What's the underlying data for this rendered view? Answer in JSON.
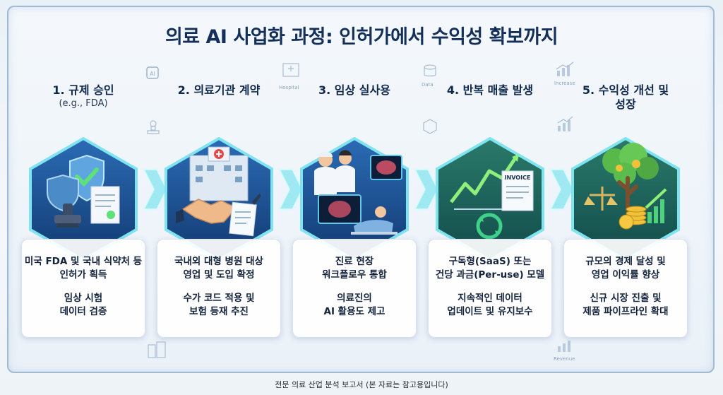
{
  "title": "의료 AI 사업화 과정: 인허가에서 수익성 확보까지",
  "steps": [
    {
      "title": "1. 규제 승인",
      "subtitle": "(e.g., FDA)",
      "line1": "미국 FDA 및 국내 식약처 등",
      "line2": "인허가 획득",
      "line3": "임상 시험",
      "line4": "데이터 검증",
      "icon": "shield-document-stamp-icon"
    },
    {
      "title": "2. 의료기관 계약",
      "subtitle": "",
      "line1": "국내외 대형 병원 대상",
      "line2": "영업 및 도입 확정",
      "line3": "수가 코드 적용 및",
      "line4": "보험 등재 추진",
      "icon": "handshake-hospital-icon"
    },
    {
      "title": "3. 임상 실사용",
      "subtitle": "",
      "line1": "진료 현장",
      "line2": "워크플로우 통합",
      "line3": "의료진의",
      "line4": "AI 활용도 제고",
      "icon": "clinicians-brain-scan-icon"
    },
    {
      "title": "4. 반복 매출 발생",
      "subtitle": "",
      "line1": "구독형(SaaS) 또는",
      "line2": "건당 과금(Per-use) 모델",
      "line3": "지속적인 데이터",
      "line4": "업데이트 및 유지보수",
      "icon": "growth-chart-invoice-icon",
      "invoice_label": "INVOICE"
    },
    {
      "title": "5. 수익성 개선 및",
      "subtitle": "성장",
      "line1": "규모의 경제 달성 및",
      "line2": "영업 이익률 향상",
      "line3": "신규 시장 진출 및",
      "line4": "제품 파이프라인 확대",
      "icon": "money-tree-scale-icon"
    }
  ],
  "decorations": {
    "ai_label": "AI",
    "hospital_label": "Hospital",
    "data_label": "Data",
    "increase_label": "Increase",
    "revenue_label": "Revenue"
  },
  "footer": "전문 의료 산업 분석 보고서 (본 자료는 참고용입니다)",
  "colors": {
    "title": "#14305a",
    "hex_fill": "#1f4f8f",
    "hex_glow": "#7fe3f0",
    "arrow": "#8fe6f0"
  }
}
